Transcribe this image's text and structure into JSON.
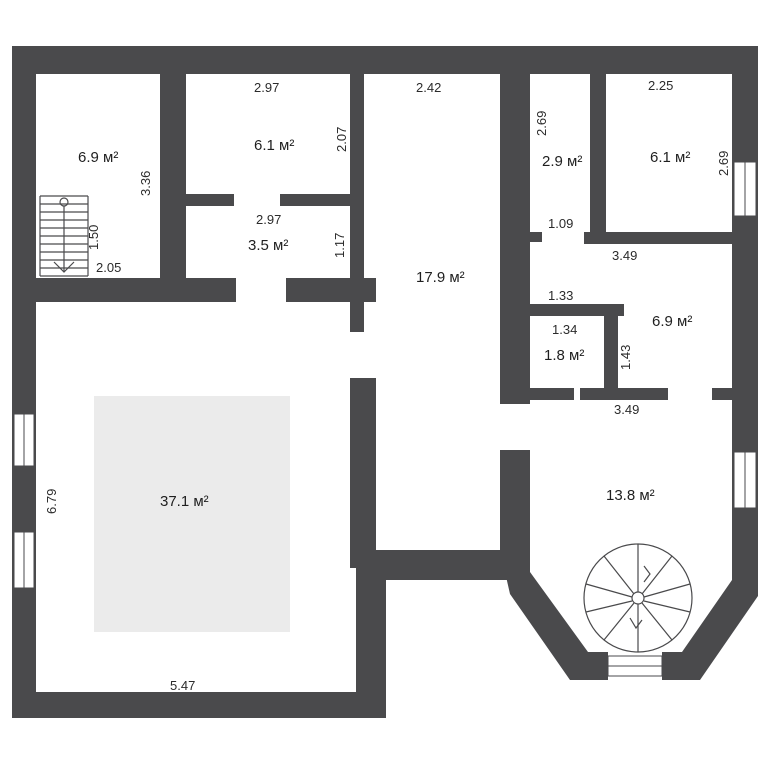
{
  "rooms": {
    "staircase_room": {
      "area": "6.9 м²",
      "dims": [
        "3.36",
        "1.50",
        "2.05"
      ]
    },
    "room_top_left": {
      "area": "6.1 м²",
      "dims": [
        "2.97",
        "2.07"
      ]
    },
    "hall_small": {
      "area": "3.5 м²",
      "dims": [
        "2.97",
        "1.17"
      ]
    },
    "corridor": {
      "area": "17.9 м²",
      "dims": [
        "2.42"
      ]
    },
    "closet_top": {
      "area": "2.9 м²",
      "dims": [
        "2.69",
        "1.09"
      ]
    },
    "room_top_right": {
      "area": "6.1 м²",
      "dims": [
        "2.25",
        "2.69"
      ]
    },
    "room_mid_right": {
      "area": "6.9 м²",
      "dims": [
        "3.49",
        "1.33",
        "1.43"
      ]
    },
    "wc": {
      "area": "1.8 м²",
      "dims": [
        "1.34"
      ]
    },
    "main_hall": {
      "area": "37.1 м²",
      "dims": [
        "6.79",
        "5.47"
      ]
    },
    "room_bottom_right": {
      "area": "13.8 м²",
      "dims": [
        "3.49"
      ]
    }
  },
  "colors": {
    "wall": "#4a4a4c",
    "floor_highlight": "#ebebeb"
  }
}
